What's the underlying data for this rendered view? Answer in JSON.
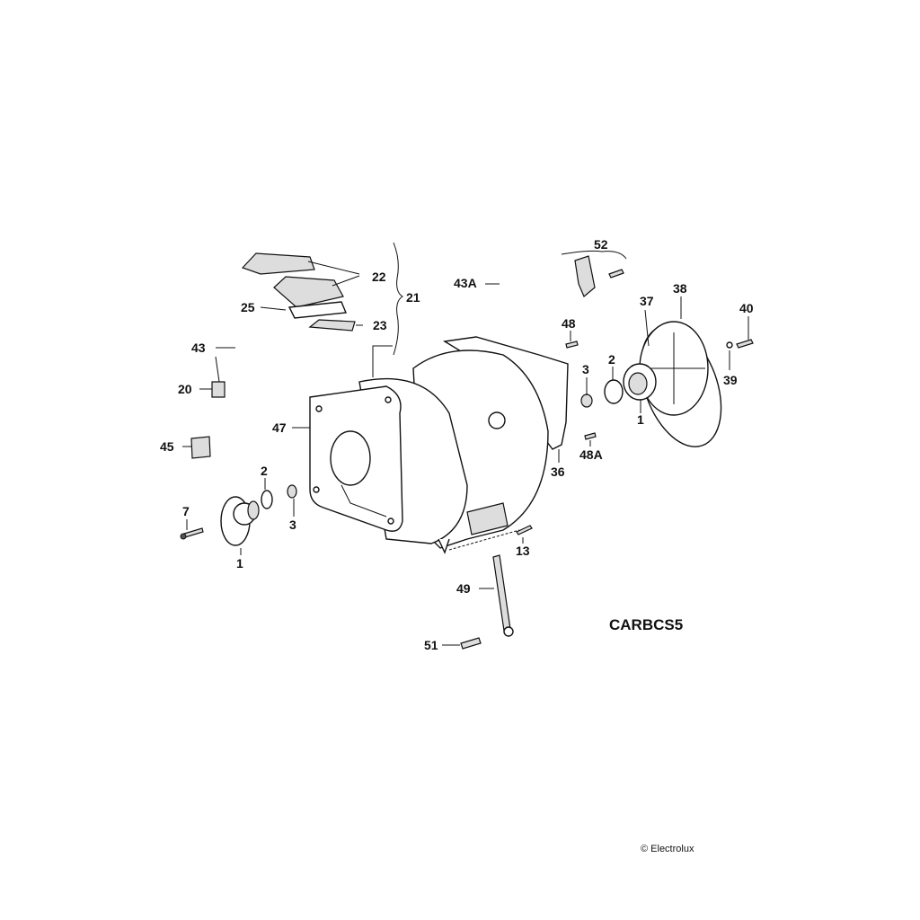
{
  "diagram": {
    "code": "CARBCS5",
    "copyright": "© Electrolux",
    "labels": {
      "l52": "52",
      "l22": "22",
      "l21": "21",
      "l43a": "43A",
      "l25": "25",
      "l23": "23",
      "l43": "43",
      "l20": "20",
      "l48": "48",
      "l37": "37",
      "l38": "38",
      "l40": "40",
      "l3r": "3",
      "l2r": "2",
      "l1r": "1",
      "l39": "39",
      "l47": "47",
      "l45": "45",
      "l36": "36",
      "l48a": "48A",
      "l2l": "2",
      "l3l": "3",
      "l7": "7",
      "l1l": "1",
      "l13": "13",
      "l49": "49",
      "l51": "51"
    }
  }
}
